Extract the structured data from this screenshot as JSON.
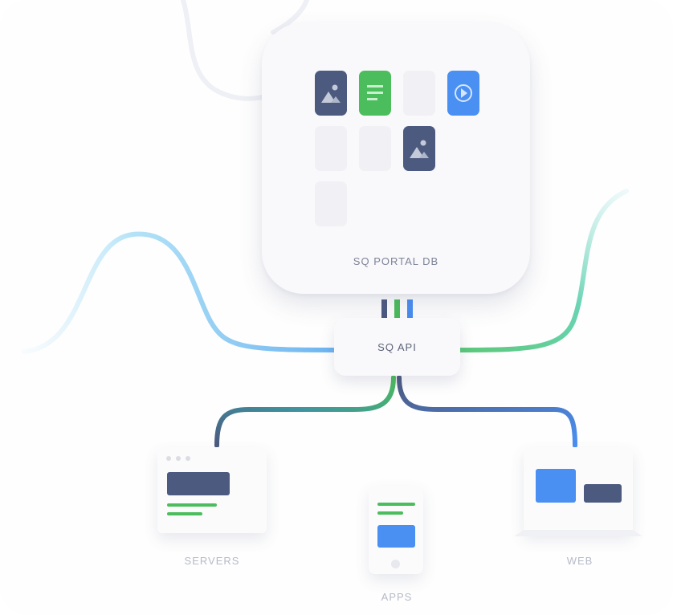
{
  "nodes": {
    "database": {
      "label": "SQ PORTAL DB"
    },
    "api": {
      "label": "SQ API"
    },
    "servers": {
      "label": "SERVERS"
    },
    "apps": {
      "label": "APPS"
    },
    "web": {
      "label": "WEB"
    }
  },
  "db_tiles": [
    {
      "kind": "image",
      "icon": "image-icon"
    },
    {
      "kind": "document",
      "icon": "document-icon"
    },
    {
      "kind": "empty"
    },
    {
      "kind": "video",
      "icon": "play-icon"
    },
    {
      "kind": "empty"
    },
    {
      "kind": "empty"
    },
    {
      "kind": "image",
      "icon": "image-icon"
    },
    {
      "kind": "empty"
    }
  ],
  "colors": {
    "navy": "#4c5a80",
    "green": "#4cbd5c",
    "blue": "#4a8ff2",
    "light_blue": "#8fd3f2",
    "teal": "#7fdcc0",
    "label_dark": "#7d8498",
    "label_light": "#b6bac7"
  }
}
